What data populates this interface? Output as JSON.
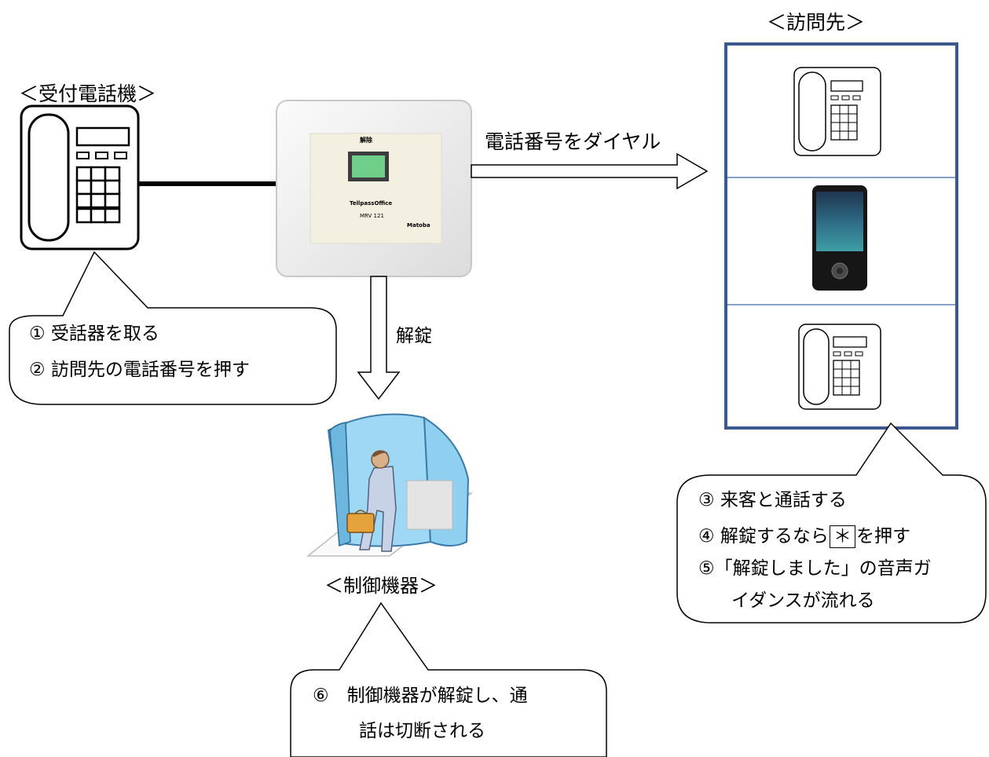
{
  "labels": {
    "reception_phone": "＜受付電話機＞",
    "visit_destination": "＜訪問先＞",
    "control_device": "＜制御機器＞",
    "dial_arrow": "電話番号をダイヤル",
    "unlock_arrow": "解錠"
  },
  "device": {
    "top_label": "解除",
    "brand": "TellpassOffice",
    "model": "MRV 121",
    "maker": "Matoba"
  },
  "callouts": {
    "reception": {
      "line1": "① 受話器を取る",
      "line2": "② 訪問先の電話番号を押す"
    },
    "destination": {
      "line1": "③ 来客と通話する",
      "line2_pre": "④ 解錠するなら",
      "line2_key": "＊",
      "line2_post": "を押す",
      "line3": "⑤「解錠しました」の音声ガ",
      "line4": "イダンスが流れる"
    },
    "control": {
      "line1": "⑥　制御機器が解錠し、通",
      "line2": "話は切断される"
    }
  },
  "colors": {
    "destination_border": "#3a5a8c",
    "divider": "#5b82b8",
    "device_screen": "#6fcf8a",
    "door_glass": "#8fd3f2"
  }
}
